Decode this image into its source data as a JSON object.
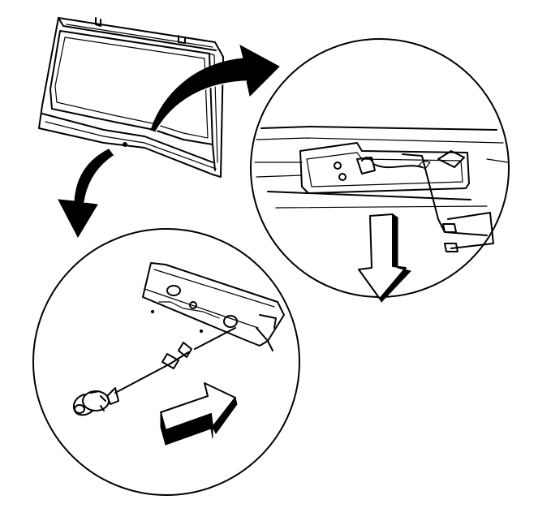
{
  "figure": {
    "background": "#ffffff",
    "ink": "#000000",
    "views": [
      {
        "id": "liftgate-overview",
        "icon": "liftgate-panel-icon"
      },
      {
        "id": "upper-detail",
        "icon": "lamp-connector-detail-icon"
      },
      {
        "id": "lower-detail",
        "icon": "lock-cylinder-detail-icon"
      }
    ],
    "arrows": [
      {
        "id": "curved-arrow-upper",
        "direction": "right"
      },
      {
        "id": "curved-arrow-lower",
        "direction": "down-left"
      },
      {
        "id": "removal-arrow-down",
        "direction": "down"
      },
      {
        "id": "install-arrow-right",
        "direction": "right"
      }
    ]
  }
}
